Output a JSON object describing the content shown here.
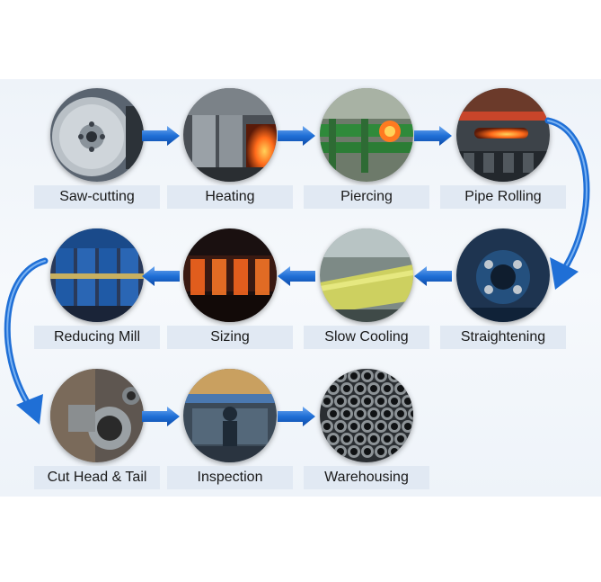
{
  "colors": {
    "arrow": "#1f6fd6",
    "label_bg": "#e1e9f3",
    "band_bg": "#eef3f9"
  },
  "steps": [
    {
      "label": "Saw-cutting"
    },
    {
      "label": "Heating"
    },
    {
      "label": "Piercing"
    },
    {
      "label": "Pipe Rolling"
    },
    {
      "label": "Straightening"
    },
    {
      "label": "Slow Cooling"
    },
    {
      "label": "Sizing"
    },
    {
      "label": "Reducing Mill"
    },
    {
      "label": "Cut Head & Tail"
    },
    {
      "label": "Inspection"
    },
    {
      "label": "Warehousing"
    }
  ]
}
